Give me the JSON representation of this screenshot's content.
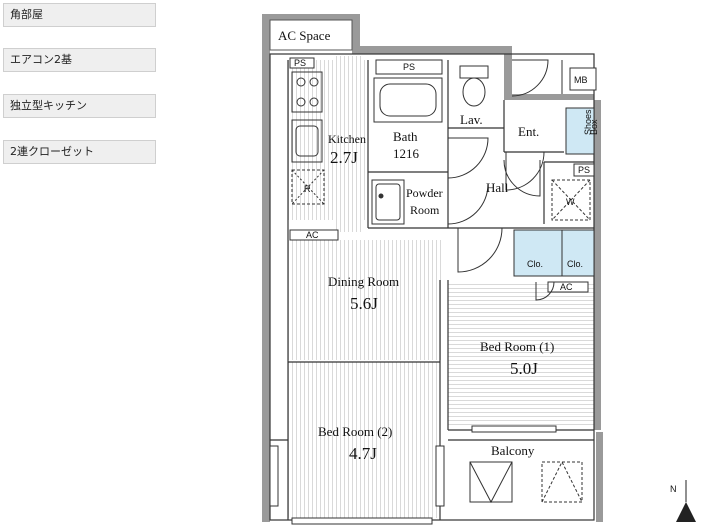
{
  "features": [
    {
      "label": "角部屋"
    },
    {
      "label": "エアコン2基"
    },
    {
      "label": "独立型キッチン"
    },
    {
      "label": "2連クローゼット"
    }
  ],
  "floorplan": {
    "ac_space": "AC Space",
    "ps_top_left": "PS",
    "ps_bath": "PS",
    "ps_right": "PS",
    "mb": "MB",
    "kitchen": {
      "name": "Kitchen",
      "size": "2.7J"
    },
    "refrigerator": "R",
    "ac_kitchen": "AC",
    "bath": {
      "name": "Bath",
      "size": "1216"
    },
    "lav": "Lav.",
    "entrance": "Ent.",
    "shoes_box_line1": "Shoes",
    "shoes_box_line2": "Box",
    "powder_room_line1": "Powder",
    "powder_room_line2": "Room",
    "hall": "Hall",
    "washer": "W",
    "closet_1": "Clo.",
    "closet_2": "Clo.",
    "ac_bedroom": "AC",
    "dining": {
      "name": "Dining Room",
      "size": "5.6J"
    },
    "bedroom_1": {
      "name": "Bed Room (1)",
      "size": "5.0J"
    },
    "bedroom_2": {
      "name": "Bed Room (2)",
      "size": "4.7J"
    },
    "balcony": "Balcony",
    "compass": "N"
  },
  "colors": {
    "wall": "#9a9a9a",
    "floor_line": "#d9d9d9",
    "closet": "#cfe8f4",
    "tag_bg": "#efefef"
  }
}
